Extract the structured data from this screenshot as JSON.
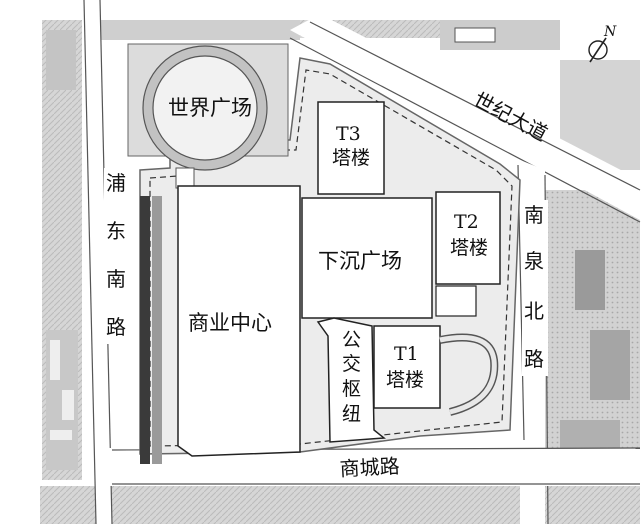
{
  "map": {
    "north_label": "N",
    "zones": {
      "world_plaza": "世界广场",
      "commercial_center": "商业中心",
      "sunken_plaza": "下沉广场",
      "bus_hub": [
        "公",
        "交",
        "枢",
        "纽"
      ],
      "t3_tower": [
        "T3",
        "塔楼"
      ],
      "t2_tower": [
        "T2",
        "塔楼"
      ],
      "t1_tower": [
        "T1",
        "塔楼"
      ]
    },
    "roads": {
      "pudong_south": [
        "浦",
        "东",
        "南",
        "路"
      ],
      "century_avenue": "世纪大道",
      "nanquan_north": [
        "南",
        "泉",
        "北",
        "路"
      ],
      "shangcheng": "商城路"
    }
  }
}
